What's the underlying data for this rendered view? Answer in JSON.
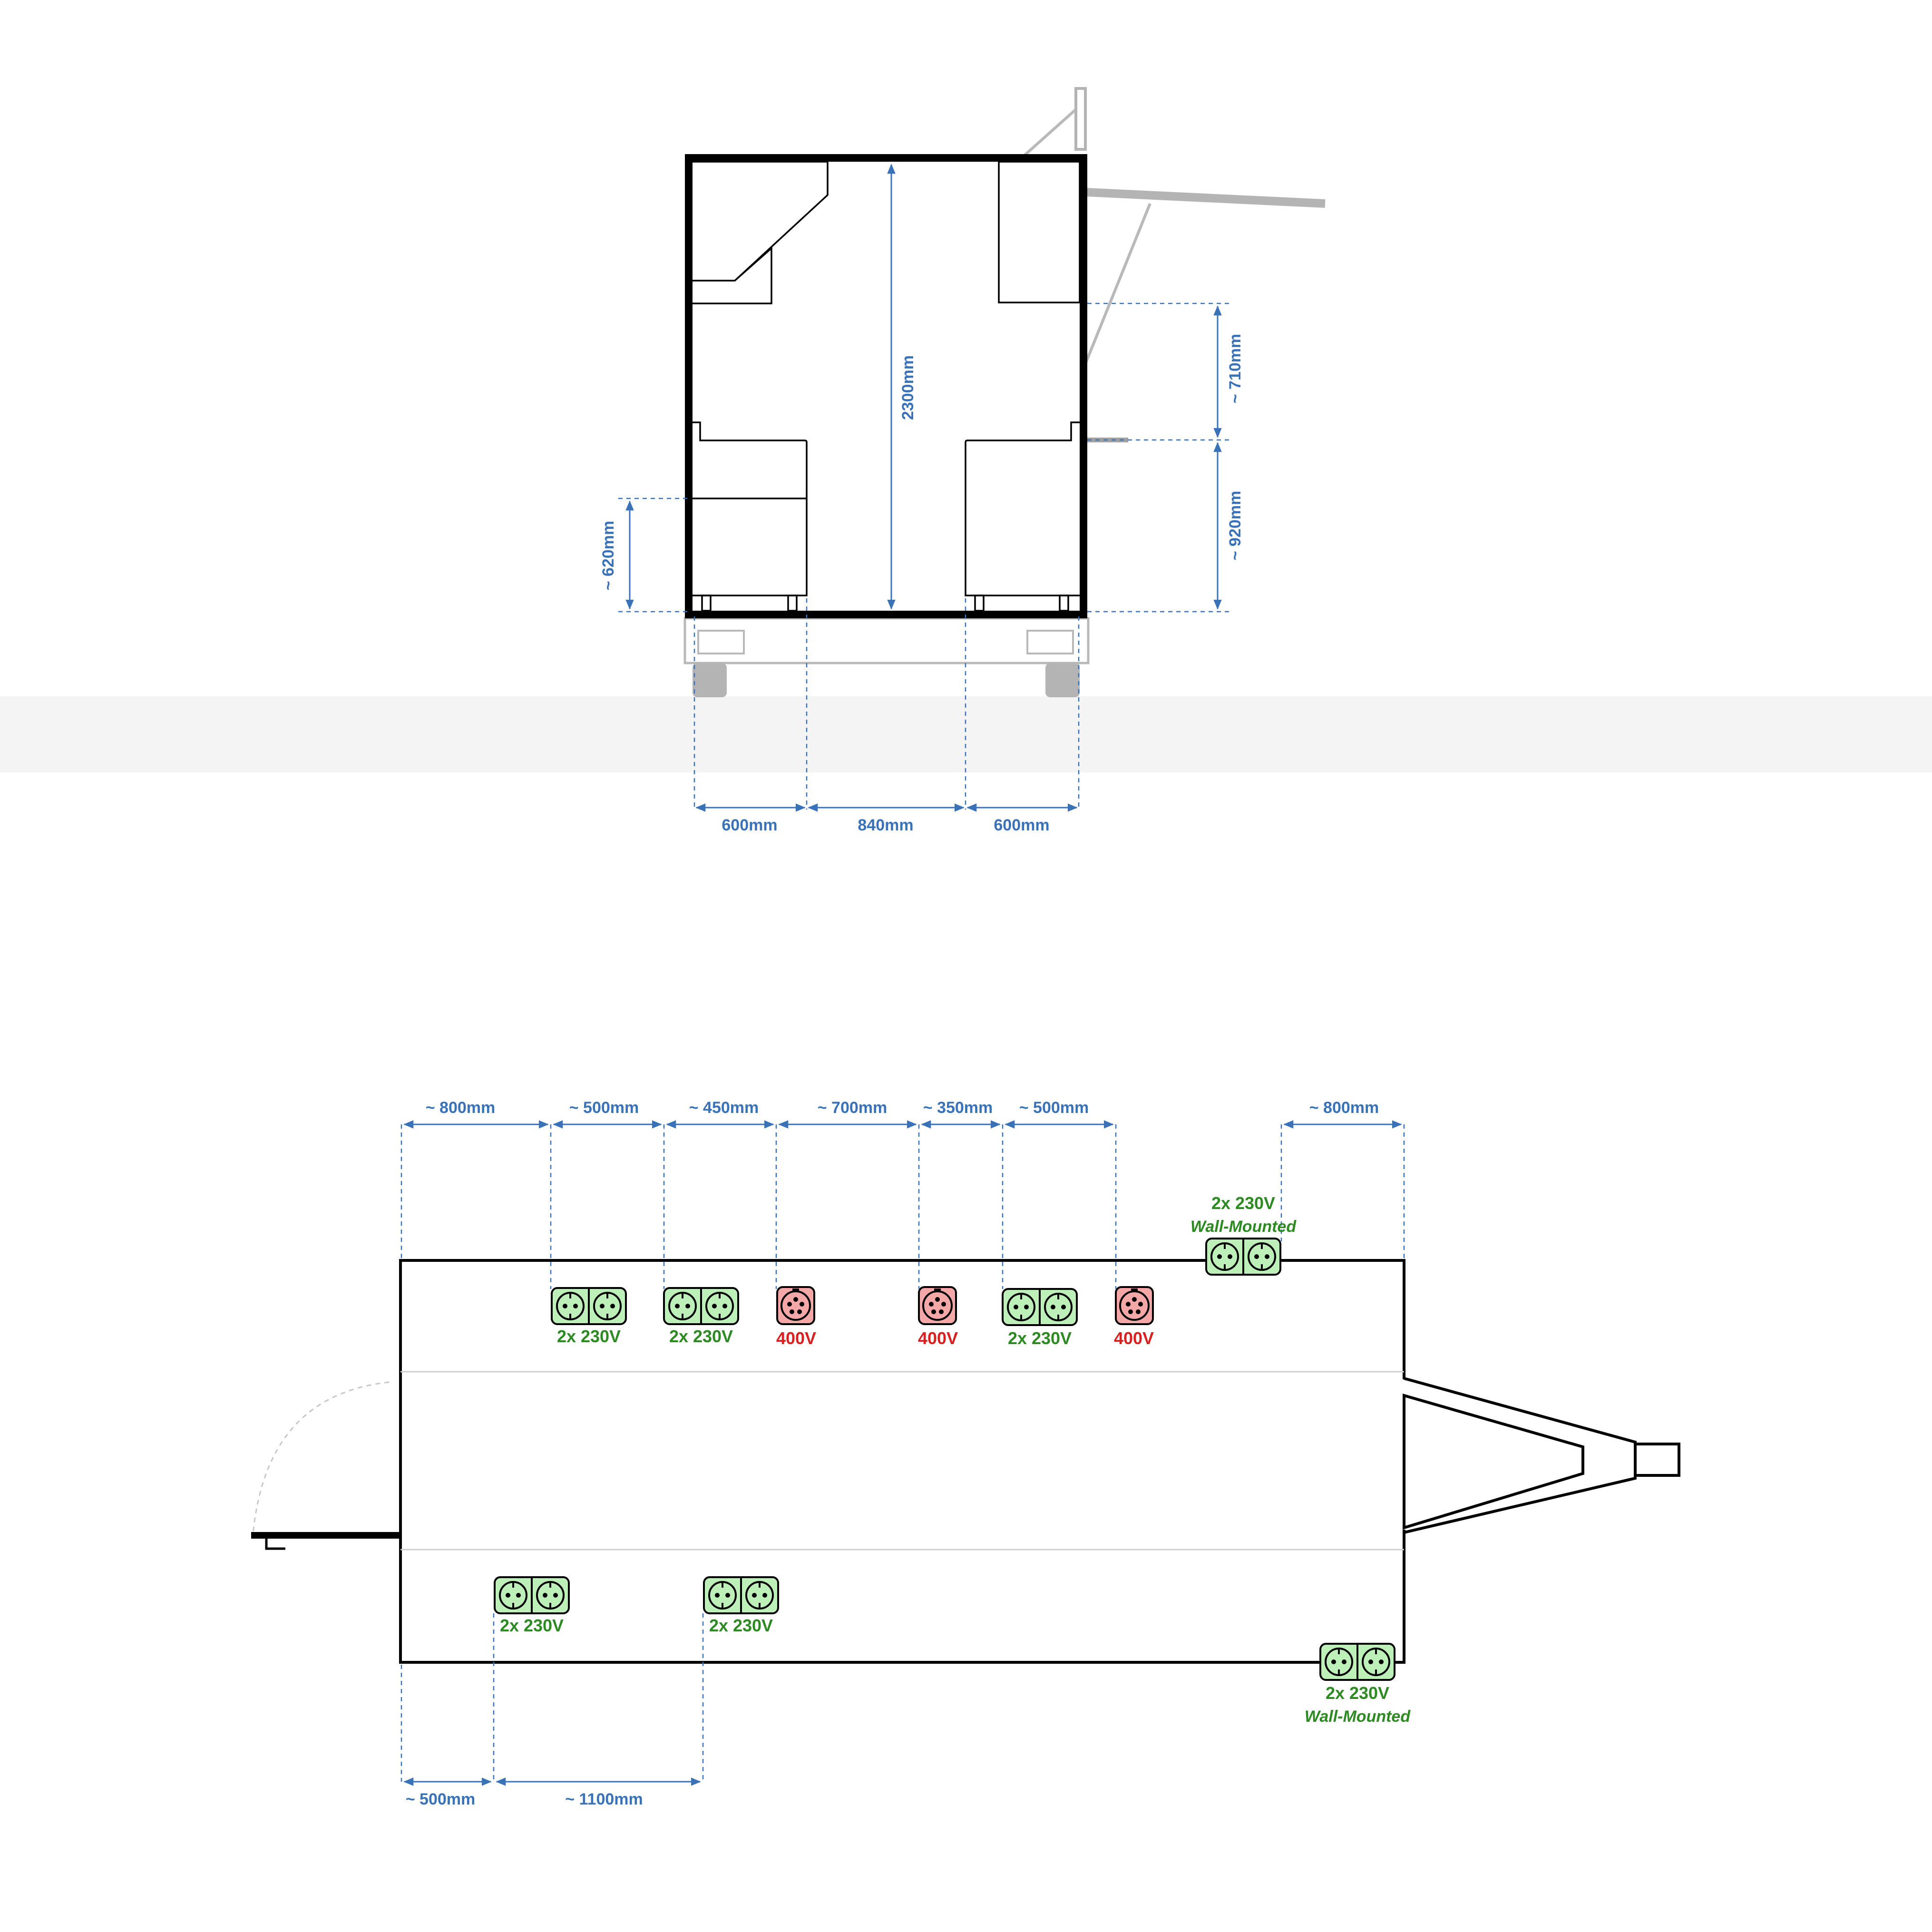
{
  "colors": {
    "dimension": "#3a72b8",
    "socket_230v_fill": "#bdf0b8",
    "socket_230v_text": "#2d8a22",
    "socket_400v_fill": "#f4a7a7",
    "socket_400v_text": "#d92020",
    "structure_grey": "#b9b9b9",
    "ground_band": "#f4f4f4"
  },
  "icons": {
    "socket_230v": "schuko-socket-icon",
    "socket_400v": "cee-5pin-socket-icon"
  },
  "side_view": {
    "interior_height": "2300mm",
    "right_upper": "~ 710mm",
    "right_lower": "~ 920mm",
    "left_counter": "~ 620mm",
    "bottom_left": "600mm",
    "bottom_middle": "840mm",
    "bottom_right": "600mm"
  },
  "plan_view": {
    "top_dims": [
      "~ 800mm",
      "~ 500mm",
      "~ 450mm",
      "~ 700mm",
      "~ 350mm",
      "~ 500mm",
      "~ 800mm"
    ],
    "bottom_dims": [
      "~ 500mm",
      "~ 1100mm"
    ],
    "top_sockets": [
      {
        "type": "230v",
        "label": "2x 230V"
      },
      {
        "type": "230v",
        "label": "2x 230V"
      },
      {
        "type": "400v",
        "label": "400V"
      },
      {
        "type": "400v",
        "label": "400V"
      },
      {
        "type": "230v",
        "label": "2x 230V"
      },
      {
        "type": "400v",
        "label": "400V"
      }
    ],
    "top_wall_socket": {
      "label": "2x 230V",
      "note": "Wall-Mounted"
    },
    "bottom_sockets": [
      {
        "type": "230v",
        "label": "2x 230V"
      },
      {
        "type": "230v",
        "label": "2x 230V"
      }
    ],
    "bottom_wall_socket": {
      "label": "2x 230V",
      "note": "Wall-Mounted"
    }
  }
}
